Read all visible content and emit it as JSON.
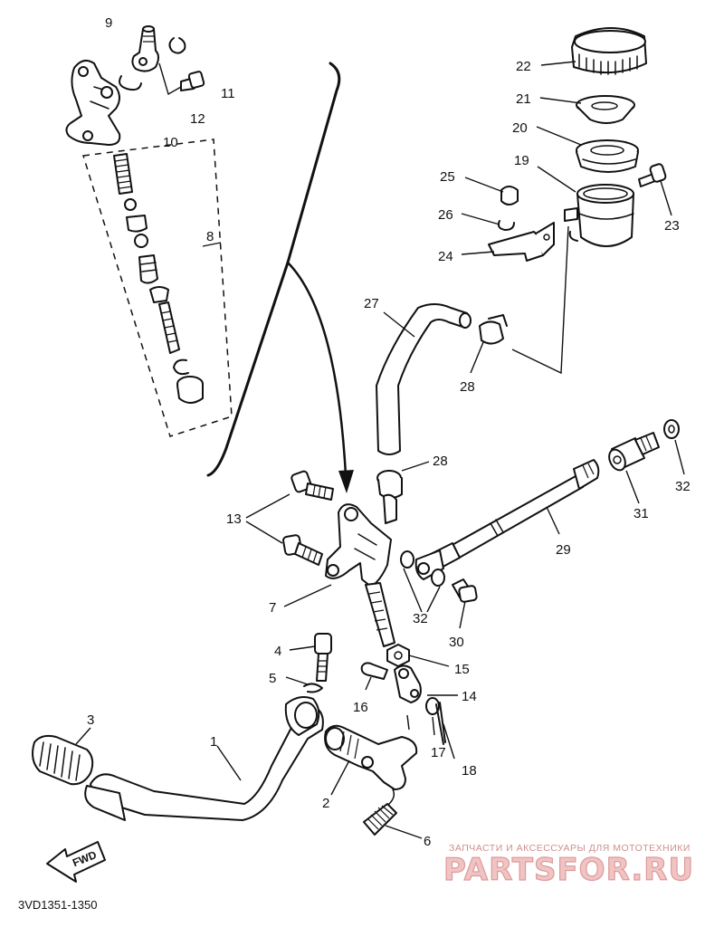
{
  "diagram": {
    "fwd_label": "FWD",
    "code": "3VD1351-1350",
    "watermark_line": "ЗАПЧАСТИ И АКСЕССУАРЫ ДЛЯ МОТОТЕХНИКИ",
    "watermark_brand": "PARTSFOR.RU",
    "callouts": {
      "c1": "1",
      "c2": "2",
      "c3": "3",
      "c4": "4",
      "c5": "5",
      "c6": "6",
      "c7": "7",
      "c8": "8",
      "c9": "9",
      "c10": "10",
      "c11": "11",
      "c12": "12",
      "c13": "13",
      "c14": "14",
      "c15": "15",
      "c16": "16",
      "c17": "17",
      "c18": "18",
      "c19": "19",
      "c20": "20",
      "c21": "21",
      "c22": "22",
      "c23": "23",
      "c24": "24",
      "c25": "25",
      "c26": "26",
      "c27": "27",
      "c28a": "28",
      "c28b": "28",
      "c29": "29",
      "c30": "30",
      "c31": "31",
      "c32a": "32",
      "c32b": "32"
    }
  }
}
